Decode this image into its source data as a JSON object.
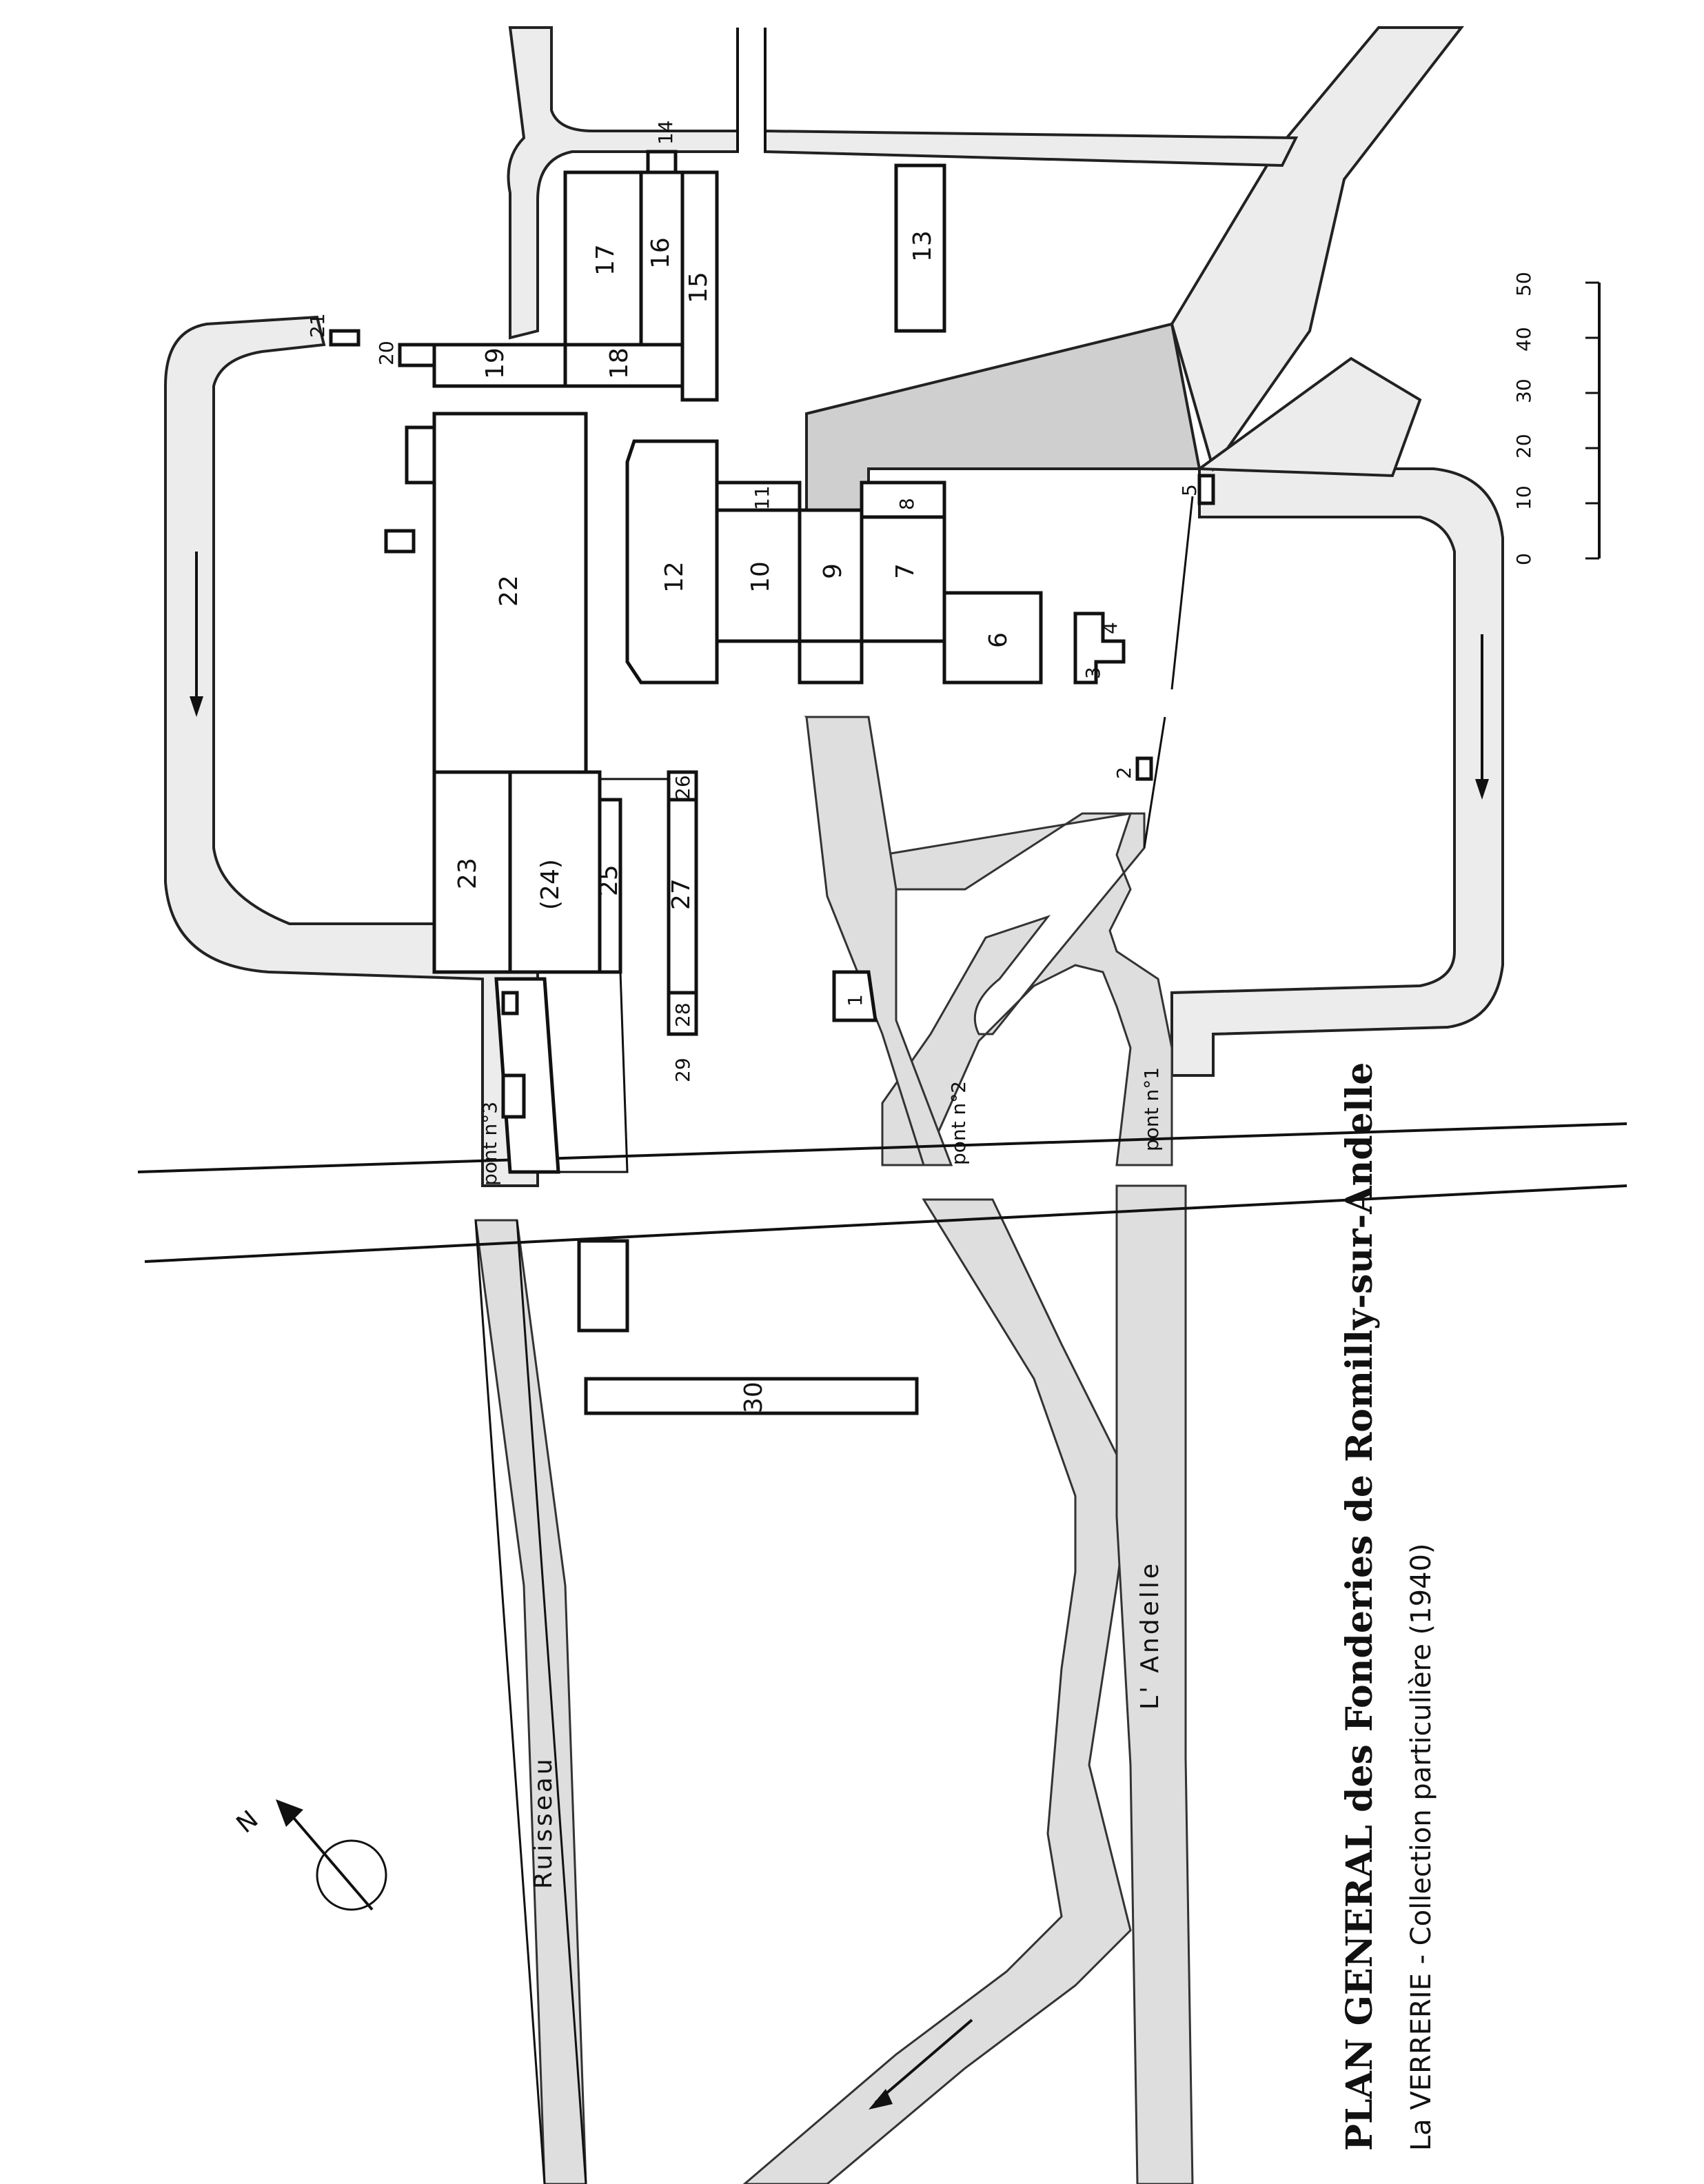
{
  "title": "PLAN GENERAL des Fonderies de Romilly-sur-Andelle",
  "subtitle": "La VERRERIE - Collection particulière (1940)",
  "water": {
    "river": "L' Andelle",
    "stream": "Ruisseau"
  },
  "bridges": {
    "pont1": "pont n°1",
    "pont2": "pont n°2",
    "pont3": "pont n°3"
  },
  "north_label": "N",
  "scale": {
    "ticks": [
      "0",
      "10",
      "20",
      "30",
      "40",
      "50"
    ]
  },
  "buildings": {
    "b1": "1",
    "b2": "2",
    "b3": "3",
    "b4": "4",
    "b5": "5",
    "b6": "6",
    "b7": "7",
    "b8": "8",
    "b9": "9",
    "b10": "10",
    "b11": "11",
    "b12": "12",
    "b13": "13",
    "b14": "14",
    "b15": "15",
    "b16": "16",
    "b17": "17",
    "b18": "18",
    "b19": "19",
    "b20": "20",
    "b21": "21",
    "b22": "22",
    "b23": "23",
    "b24": "(24)",
    "b25": "25",
    "b26": "26",
    "b27": "27",
    "b28": "28",
    "b29": "29",
    "b30": "30"
  }
}
